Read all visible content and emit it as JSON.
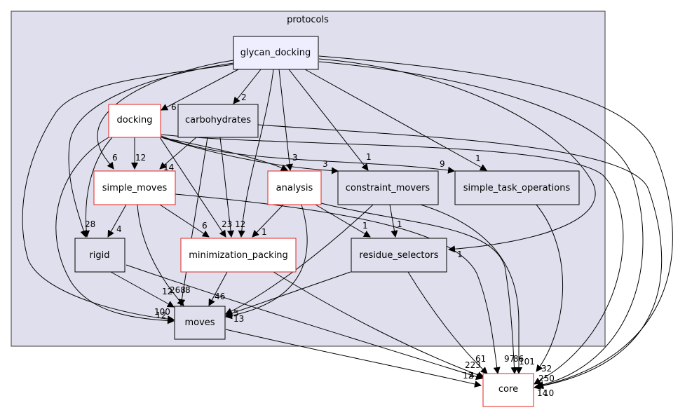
{
  "graph": {
    "cluster_label": "protocols",
    "nodes": {
      "glycan_docking": "glycan_docking",
      "docking": "docking",
      "carbohydrates": "carbohydrates",
      "simple_moves": "simple_moves",
      "analysis": "analysis",
      "constraint_movers": "constraint_movers",
      "simple_task_operations": "simple_task_operations",
      "rigid": "rigid",
      "minimization_packing": "minimization_packing",
      "residue_selectors": "residue_selectors",
      "moves": "moves",
      "core": "core"
    },
    "edge_labels": [
      "6",
      "2",
      "12",
      "6",
      "3",
      "1",
      "1",
      "3",
      "9",
      "14",
      "28",
      "4",
      "6",
      "23",
      "12",
      "1",
      "1",
      "1",
      "1",
      "12",
      "268",
      "8",
      "46",
      "100",
      "12",
      "5",
      "13",
      "61",
      "97",
      "86",
      "101",
      "32",
      "250",
      "223",
      "12",
      "4",
      "14",
      "10"
    ]
  },
  "colors": {
    "cluster_fill": "#dfdfed",
    "cluster_border": "#3a3a3a",
    "focus_fill": "#eeeeff",
    "node_fill": "#dfdfed",
    "external_fill": "#ffffff",
    "red_border": "#e8221a",
    "edge": "#000000"
  }
}
